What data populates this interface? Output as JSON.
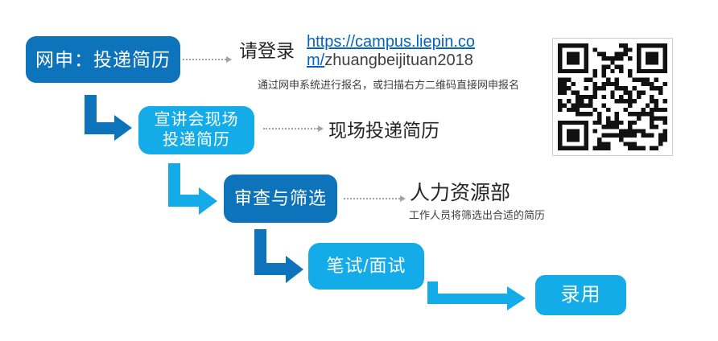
{
  "boxes": {
    "box1": "网申：投递简历",
    "box2_line1": "宣讲会现场",
    "box2_line2": "投递简历",
    "box3": "审查与筛选",
    "box4": "笔试/面试",
    "box5": "录用"
  },
  "annotations": {
    "login_prefix": "请登录",
    "url_line1": "https://campus.liepin.co",
    "url_line2_link": "m/",
    "url_line2_rest": "zhuangbeijituan2018",
    "url_note": "通过网申系统进行报名，或扫描右方二维码直接网申报名",
    "onsite_text": "现场投递简历",
    "hr_title": "人力资源部",
    "hr_note": "工作人员将筛选出合适的简历"
  },
  "colors": {
    "dark_blue": "#0d73bb",
    "cyan": "#14ace8",
    "link_blue": "#0563c1",
    "text_dark": "#262626",
    "text_gray": "#3f3f3f",
    "dotted_gray": "#a3a3a3",
    "qr_module": "#111111"
  }
}
